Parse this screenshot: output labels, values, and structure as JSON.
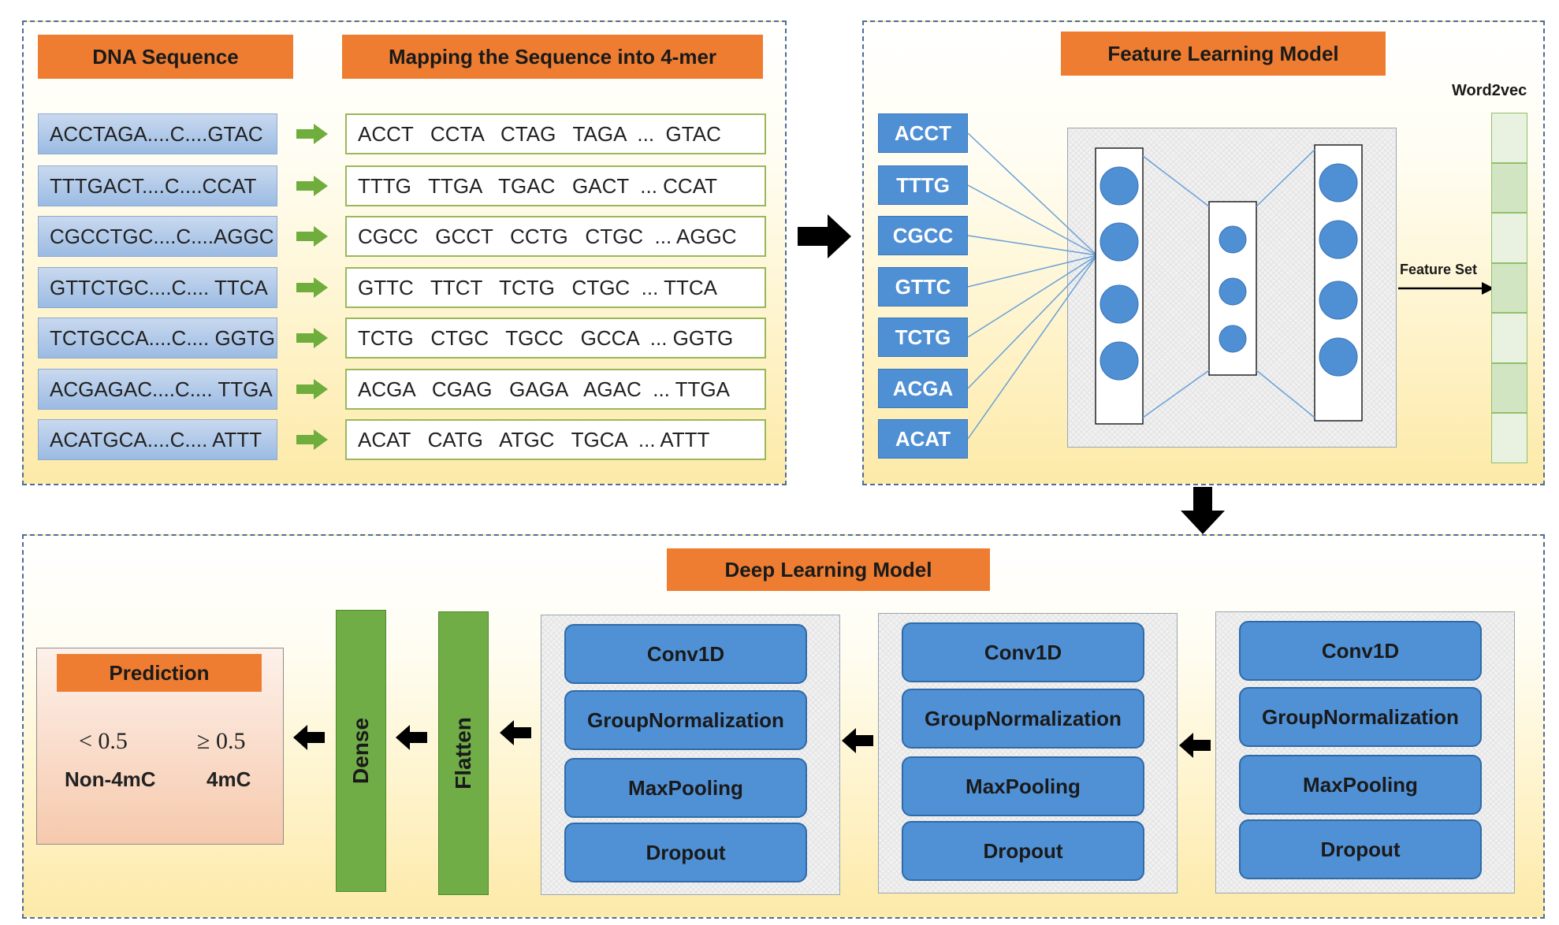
{
  "dna_panel": {
    "title": "DNA Sequence",
    "mapping_title": "Mapping the Sequence into 4-mer",
    "sequences": [
      "ACCTAGA....C....GTAC",
      "TTTGACT....C....CCAT",
      "CGCCTGC....C....AGGC",
      "GTTCTGC....C.... TTCA",
      "TCTGCCA....C.... GGTG",
      "ACGAGAC....C.... TTGA",
      "ACATGCA....C.... ATTT"
    ],
    "kmers": [
      "ACCT   CCTA   CTAG   TAGA  ...  GTAC",
      "TTTG   TTGA   TGAC   GACT  ... CCAT",
      "CGCC   GCCT   CCTG   CTGC  ... AGGC",
      "GTTC   TTCT   TCTG   CTGC  ... TTCA",
      "TCTG   CTGC   TGCC   GCCA  ... GGTG",
      "ACGA   CGAG   GAGA   AGAC  ... TTGA",
      "ACAT   CATG   ATGC   TGCA  ... ATTT"
    ]
  },
  "feature_panel": {
    "title": "Feature Learning Model",
    "tokens": [
      "ACCT",
      "TTTG",
      "CGCC",
      "GTTC",
      "TCTG",
      "ACGA",
      "ACAT"
    ],
    "word2vec_label": "Word2vec",
    "feature_set_label": "Feature Set"
  },
  "deep_panel": {
    "title": "Deep Learning Model",
    "blocks": [
      {
        "layers": [
          "Conv1D",
          "GroupNormalization",
          "MaxPooling",
          "Dropout"
        ]
      },
      {
        "layers": [
          "Conv1D",
          "GroupNormalization",
          "MaxPooling",
          "Dropout"
        ]
      },
      {
        "layers": [
          "Conv1D",
          "GroupNormalization",
          "MaxPooling",
          "Dropout"
        ]
      }
    ],
    "flatten_label": "Flatten",
    "dense_label": "Dense",
    "prediction": {
      "title": "Prediction",
      "low_threshold": "< 0.5",
      "high_threshold": "≥ 0.5",
      "low_class": "Non-4mC",
      "high_class": "4mC"
    }
  },
  "colors": {
    "orange": "#ee7d31",
    "blue": "#5091d6",
    "green": "#70ad47"
  }
}
